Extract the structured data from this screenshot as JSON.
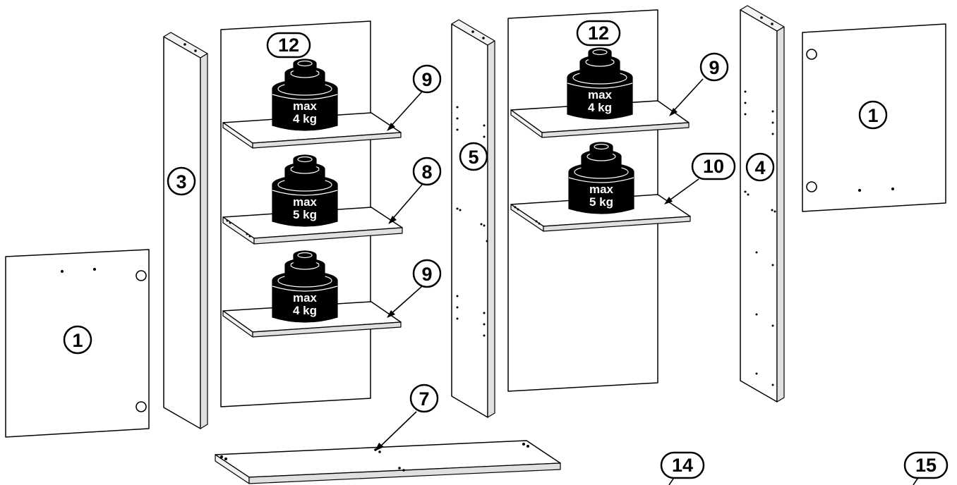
{
  "callouts": {
    "door_left": "1",
    "door_right": "1",
    "side_3": "3",
    "side_4": "4",
    "side_5": "5",
    "base_7": "7",
    "shelf_8": "8",
    "shelf_9_top_left": "9",
    "shelf_9_bottom_left": "9",
    "shelf_9_right": "9",
    "shelf_10": "10",
    "back_12_left": "12",
    "back_12_right": "12",
    "part_14": "14",
    "part_15": "15"
  },
  "weights": {
    "w1": {
      "line1": "max",
      "line2": "4 kg"
    },
    "w2": {
      "line1": "max",
      "line2": "5 kg"
    },
    "w3": {
      "line1": "max",
      "line2": "4 kg"
    },
    "w4": {
      "line1": "max",
      "line2": "4 kg"
    },
    "w5": {
      "line1": "max",
      "line2": "5 kg"
    }
  }
}
